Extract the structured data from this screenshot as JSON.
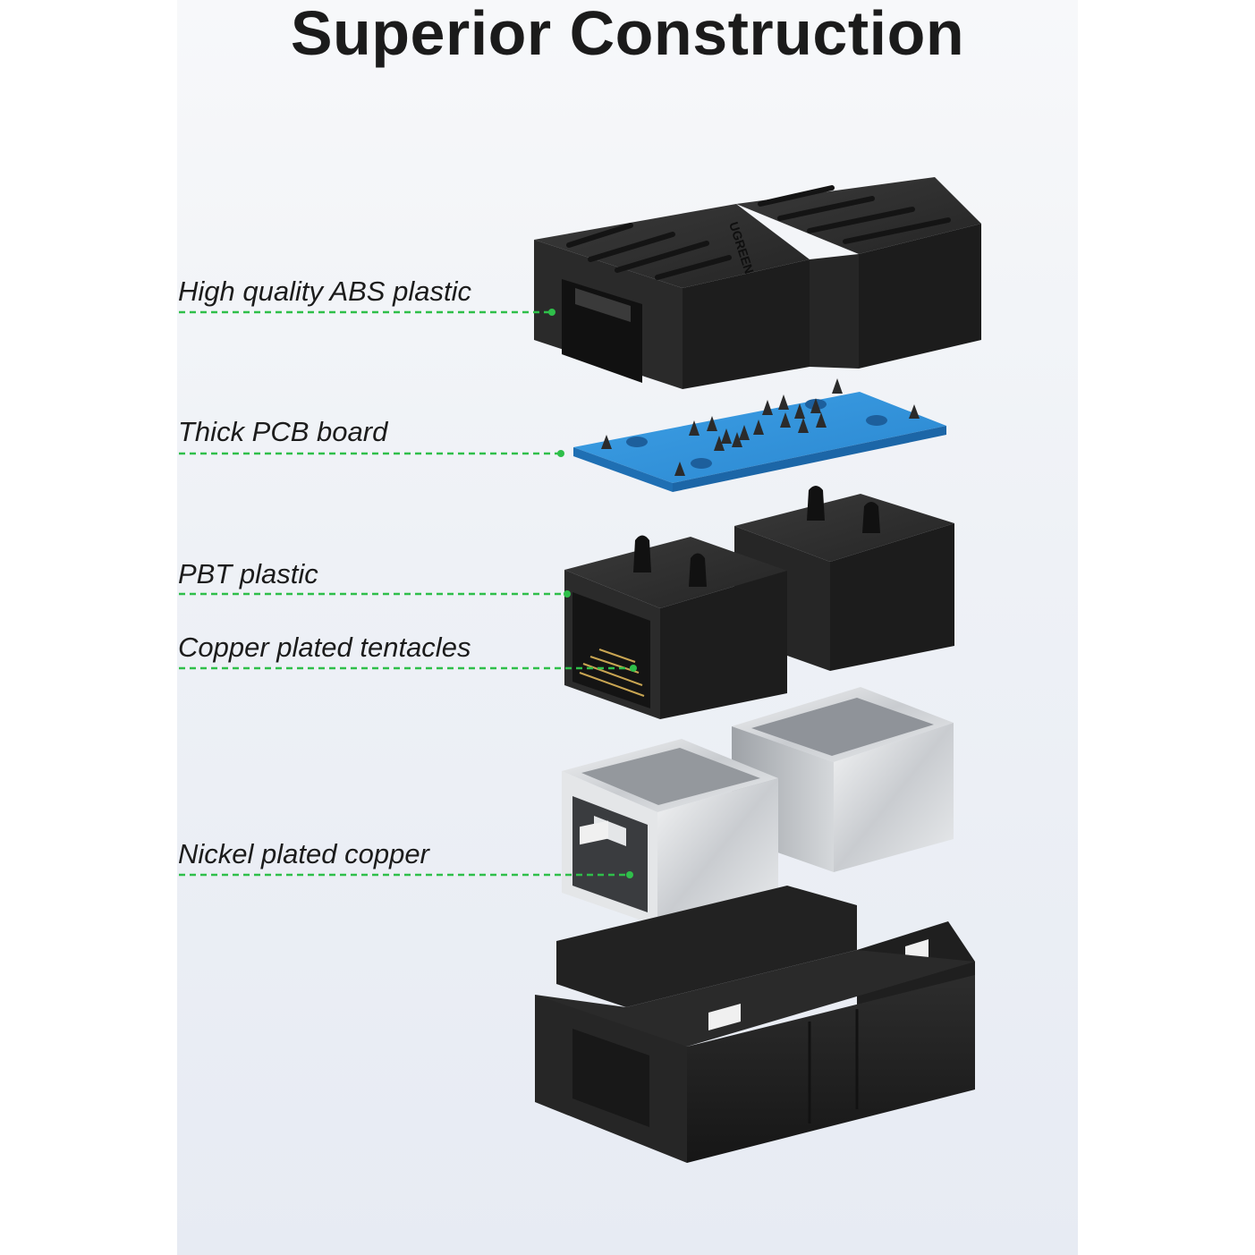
{
  "title": "Superior Construction",
  "callouts": [
    {
      "label": "High quality ABS plastic"
    },
    {
      "label": "Thick PCB board"
    },
    {
      "label": "PBT plastic"
    },
    {
      "label": "Copper plated tentacles"
    },
    {
      "label": "Nickel plated copper"
    }
  ],
  "brand_logo": "UGREEN",
  "colors": {
    "leader_line": "#2fbf4a",
    "pcb_blue": "#2a8fd6",
    "abs_black": "#222222",
    "nickel": "#d7d9dc"
  }
}
